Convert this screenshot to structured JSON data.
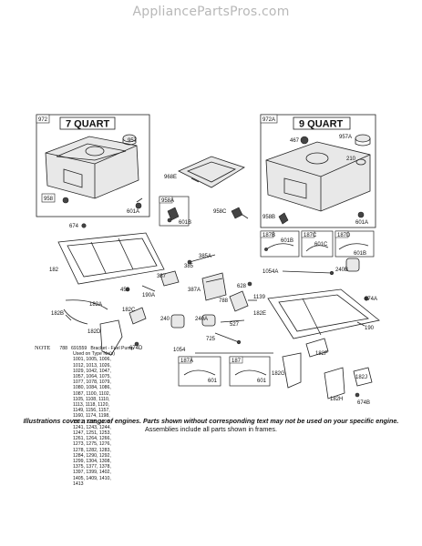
{
  "watermark": "AppliancePartsPros.com",
  "frames": {
    "left": {
      "id": "972",
      "title": "7 QUART"
    },
    "right": {
      "id": "972A",
      "title": "9 QUART"
    }
  },
  "labels": [
    {
      "key": "957",
      "text": "957"
    },
    {
      "key": "958",
      "text": "958"
    },
    {
      "key": "601A_left",
      "text": "601A"
    },
    {
      "key": "674",
      "text": "674"
    },
    {
      "key": "968E",
      "text": "968E"
    },
    {
      "key": "958A",
      "text": "958A"
    },
    {
      "key": "601B_mid",
      "text": "601B"
    },
    {
      "key": "958C",
      "text": "958C"
    },
    {
      "key": "467",
      "text": "467"
    },
    {
      "key": "957A",
      "text": "957A"
    },
    {
      "key": "210",
      "text": "210"
    },
    {
      "key": "958B",
      "text": "958B"
    },
    {
      "key": "601A_right",
      "text": "601A"
    },
    {
      "key": "187B",
      "text": "187B"
    },
    {
      "key": "601B_r1",
      "text": "601B"
    },
    {
      "key": "187C",
      "text": "187C"
    },
    {
      "key": "601C",
      "text": "601C"
    },
    {
      "key": "187D",
      "text": "187D"
    },
    {
      "key": "601B_r2",
      "text": "601B"
    },
    {
      "key": "1054A",
      "text": "1054A"
    },
    {
      "key": "240B",
      "text": "240B"
    },
    {
      "key": "182",
      "text": "182"
    },
    {
      "key": "385A",
      "text": "385A"
    },
    {
      "key": "385",
      "text": "385"
    },
    {
      "key": "387",
      "text": "387"
    },
    {
      "key": "387A",
      "text": "387A"
    },
    {
      "key": "628",
      "text": "628"
    },
    {
      "key": "1139",
      "text": "1139"
    },
    {
      "key": "788",
      "text": "788"
    },
    {
      "key": "450",
      "text": "450"
    },
    {
      "key": "190A",
      "text": "190A"
    },
    {
      "key": "182A",
      "text": "182A"
    },
    {
      "key": "182B",
      "text": "182B"
    },
    {
      "key": "182C",
      "text": "182C"
    },
    {
      "key": "182D",
      "text": "182D"
    },
    {
      "key": "674D",
      "text": "674D"
    },
    {
      "key": "240",
      "text": "240"
    },
    {
      "key": "240A",
      "text": "240A"
    },
    {
      "key": "527",
      "text": "527"
    },
    {
      "key": "725",
      "text": "725"
    },
    {
      "key": "182E",
      "text": "182E"
    },
    {
      "key": "674A",
      "text": "674A"
    },
    {
      "key": "190",
      "text": "190"
    },
    {
      "key": "1054",
      "text": "1054"
    },
    {
      "key": "187A",
      "text": "187A"
    },
    {
      "key": "601_a",
      "text": "601"
    },
    {
      "key": "187",
      "text": "187"
    },
    {
      "key": "601_b",
      "text": "601"
    },
    {
      "key": "182F",
      "text": "182F"
    },
    {
      "key": "182G",
      "text": "182G"
    },
    {
      "key": "182J",
      "text": "182J"
    },
    {
      "key": "182H",
      "text": "182H"
    },
    {
      "key": "674B",
      "text": "674B"
    }
  ],
  "note": {
    "label": "NOTE",
    "part_no": "788",
    "item_no": "691559",
    "description": "Bracket - Fuel Pump",
    "used_on": "Used on Type No(s)",
    "types": [
      "1001, 1005, 1006,",
      "1012, 1013, 1026,",
      "1029, 1042, 1047,",
      "1057, 1064, 1075,",
      "1077, 1078, 1079,",
      "1080, 1084, 1086,",
      "1087, 1100, 1102,",
      "1105, 1108, 1110,",
      "1113, 1118, 1120,",
      "1149, 1156, 1157,",
      "1160, 1174, 1198,",
      "1222, 1225, 1228,",
      "1241, 1243, 1244,",
      "1247, 1251, 1253,",
      "1261, 1264, 1266,",
      "1273, 1275, 1276,",
      "1278, 1282, 1283,",
      "1284, 1290, 1292,",
      "1299, 1304, 1308,",
      "1375, 1377, 1378,",
      "1397, 1399, 1402,",
      "1405, 1409, 1410,",
      "1413"
    ]
  },
  "footer": {
    "line1": "Illustrations cover a range of engines. Parts shown without corresponding text may not be used on your specific engine.",
    "line2": "Assemblies include all parts shown in frames."
  }
}
